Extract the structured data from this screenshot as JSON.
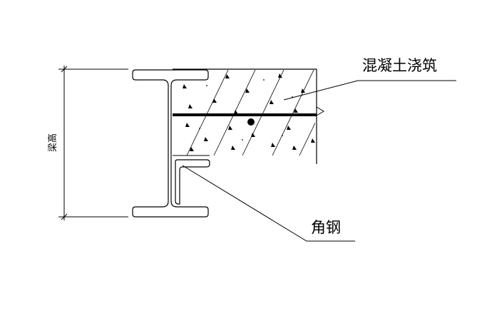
{
  "labels": {
    "concrete": "混凝土浇筑",
    "angle_steel": "角钢",
    "beam_height": "梁高"
  },
  "colors": {
    "line": "#000000",
    "background": "#ffffff"
  }
}
